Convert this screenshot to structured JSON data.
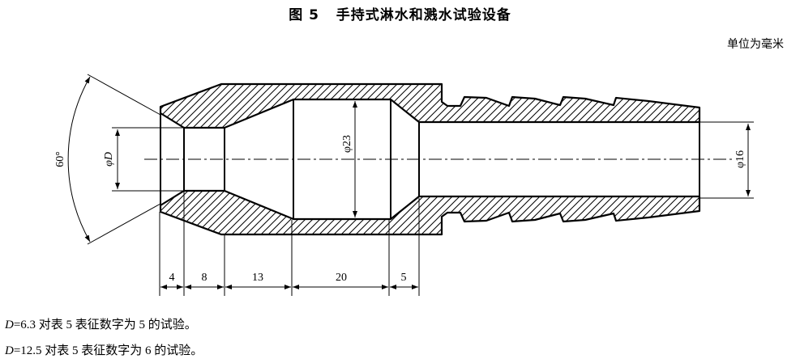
{
  "figure": {
    "title": "图 5   手持式淋水和溅水试验设备",
    "unit": "单位为毫米"
  },
  "labels": {
    "angle": "60°",
    "phi_d": "φD",
    "phi_23": "φ23",
    "phi_16": "φ16"
  },
  "dimensions": [
    "4",
    "8",
    "13",
    "20",
    "5"
  ],
  "notes": [
    {
      "var": "D",
      "text": "=6.3 对表 5 表征数字为 5 的试验。"
    },
    {
      "var": "D",
      "text": "=12.5 对表 5 表征数字为 6 的试验。"
    }
  ]
}
